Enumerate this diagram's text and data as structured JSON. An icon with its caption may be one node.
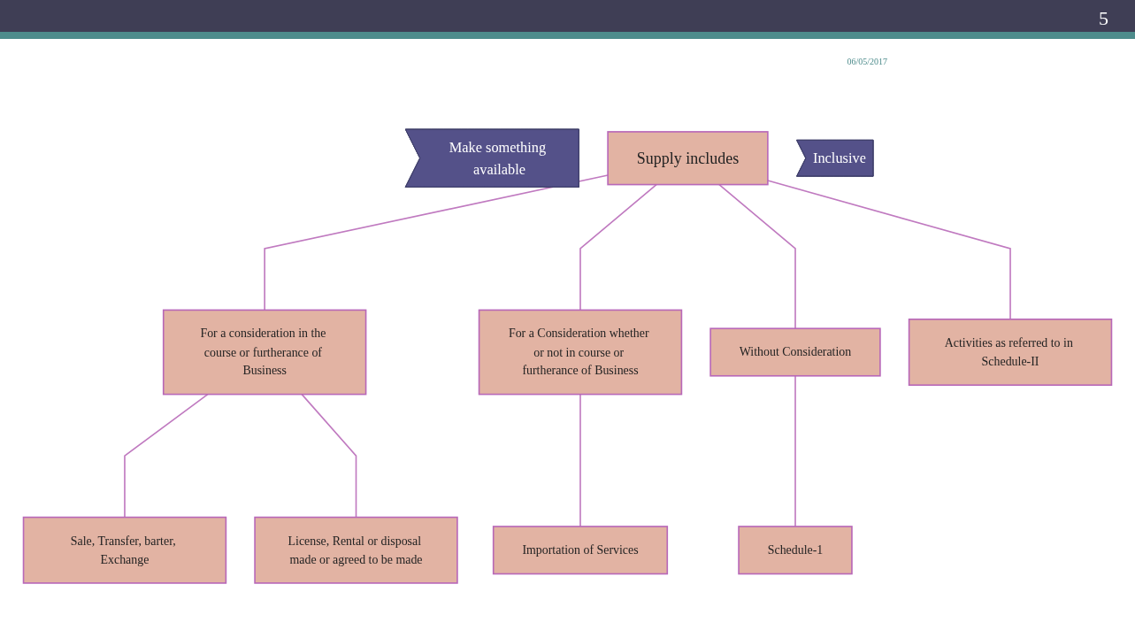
{
  "diagram": {
    "nodes": [
      {
        "text": [
          "Make something available"
        ]
      },
      {
        "text": [
          "Supply includes"
        ]
      },
      {
        "text": [
          "Inclusive"
        ]
      },
      {
        "text": [
          "For a consideration in the course or furtherance of Business"
        ]
      },
      {
        "text": [
          "For a Consideration whether or not in course or furtherance of Business"
        ]
      },
      {
        "text": [
          "Without Consideration"
        ]
      },
      {
        "text": [
          "Activities as referred to in Schedule-II"
        ]
      },
      {
        "text": [
          "Sale, Transfer, barter, Exchange"
        ]
      },
      {
        "text": [
          "License, Rental or disposal made or agreed to be made"
        ]
      },
      {
        "text": [
          "Importation of Services"
        ]
      },
      {
        "text": [
          "Schedule-1"
        ]
      }
    ],
    "edges": [
      {
        "from": 1,
        "to": 3,
        "arrow": "none"
      },
      {
        "from": 1,
        "to": 4,
        "arrow": "none"
      },
      {
        "from": 1,
        "to": 5,
        "arrow": "none"
      },
      {
        "from": 1,
        "to": 6,
        "arrow": "none"
      },
      {
        "from": 3,
        "to": 7,
        "arrow": "none"
      },
      {
        "from": 3,
        "to": 8,
        "arrow": "none"
      },
      {
        "from": 4,
        "to": 9,
        "arrow": "none"
      },
      {
        "from": 5,
        "to": 10,
        "arrow": "none"
      }
    ],
    "labels": [
      "5",
      "06/05/2017"
    ]
  }
}
